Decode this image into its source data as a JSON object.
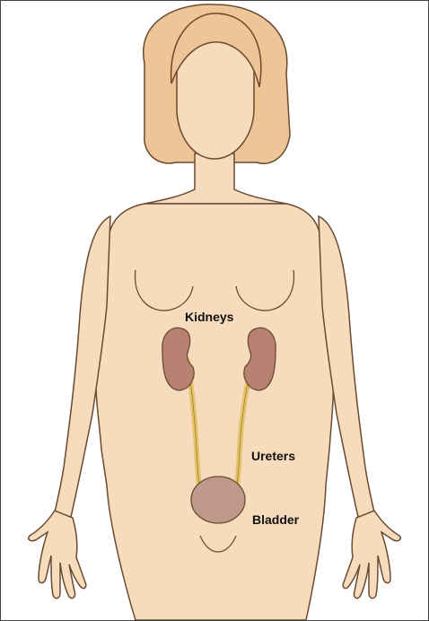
{
  "labels": {
    "kidneys": "Kidneys",
    "ureters": "Ureters",
    "bladder": "Bladder"
  },
  "colors": {
    "skin": "#f6dcbd",
    "outline": "#6b4a30",
    "hair": "#edc596",
    "kidney": "#b88272",
    "ureter": "#e6c46b",
    "bladder": "#bf9a8b",
    "border": "#444444"
  }
}
